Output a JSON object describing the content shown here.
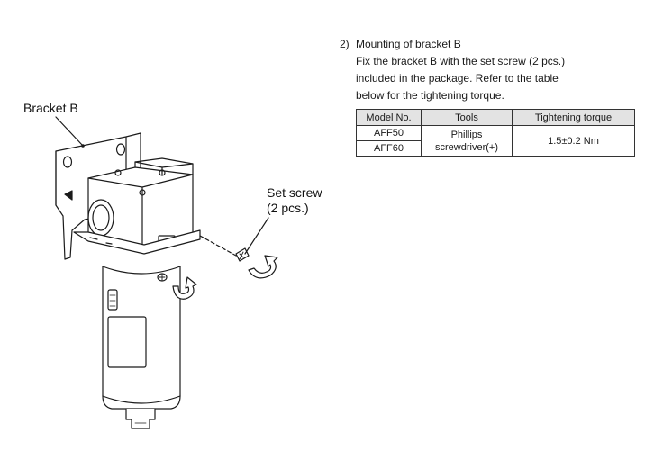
{
  "diagram": {
    "bracket_label": "Bracket B",
    "screw_label_line1": "Set screw",
    "screw_label_line2": "(2 pcs.)"
  },
  "instructions": {
    "number": "2)",
    "lines": [
      "Mounting of bracket B",
      "Fix the bracket B with the set screw (2 pcs.)",
      "included in the package. Refer to the table",
      "below for the tightening torque."
    ]
  },
  "table": {
    "headers": [
      "Model No.",
      "Tools",
      "Tightening torque"
    ],
    "models": [
      "AFF50",
      "AFF60"
    ],
    "tool_line1": "Phillips",
    "tool_line2": "screwdriver(+)",
    "torque": "1.5±0.2 Nm"
  }
}
